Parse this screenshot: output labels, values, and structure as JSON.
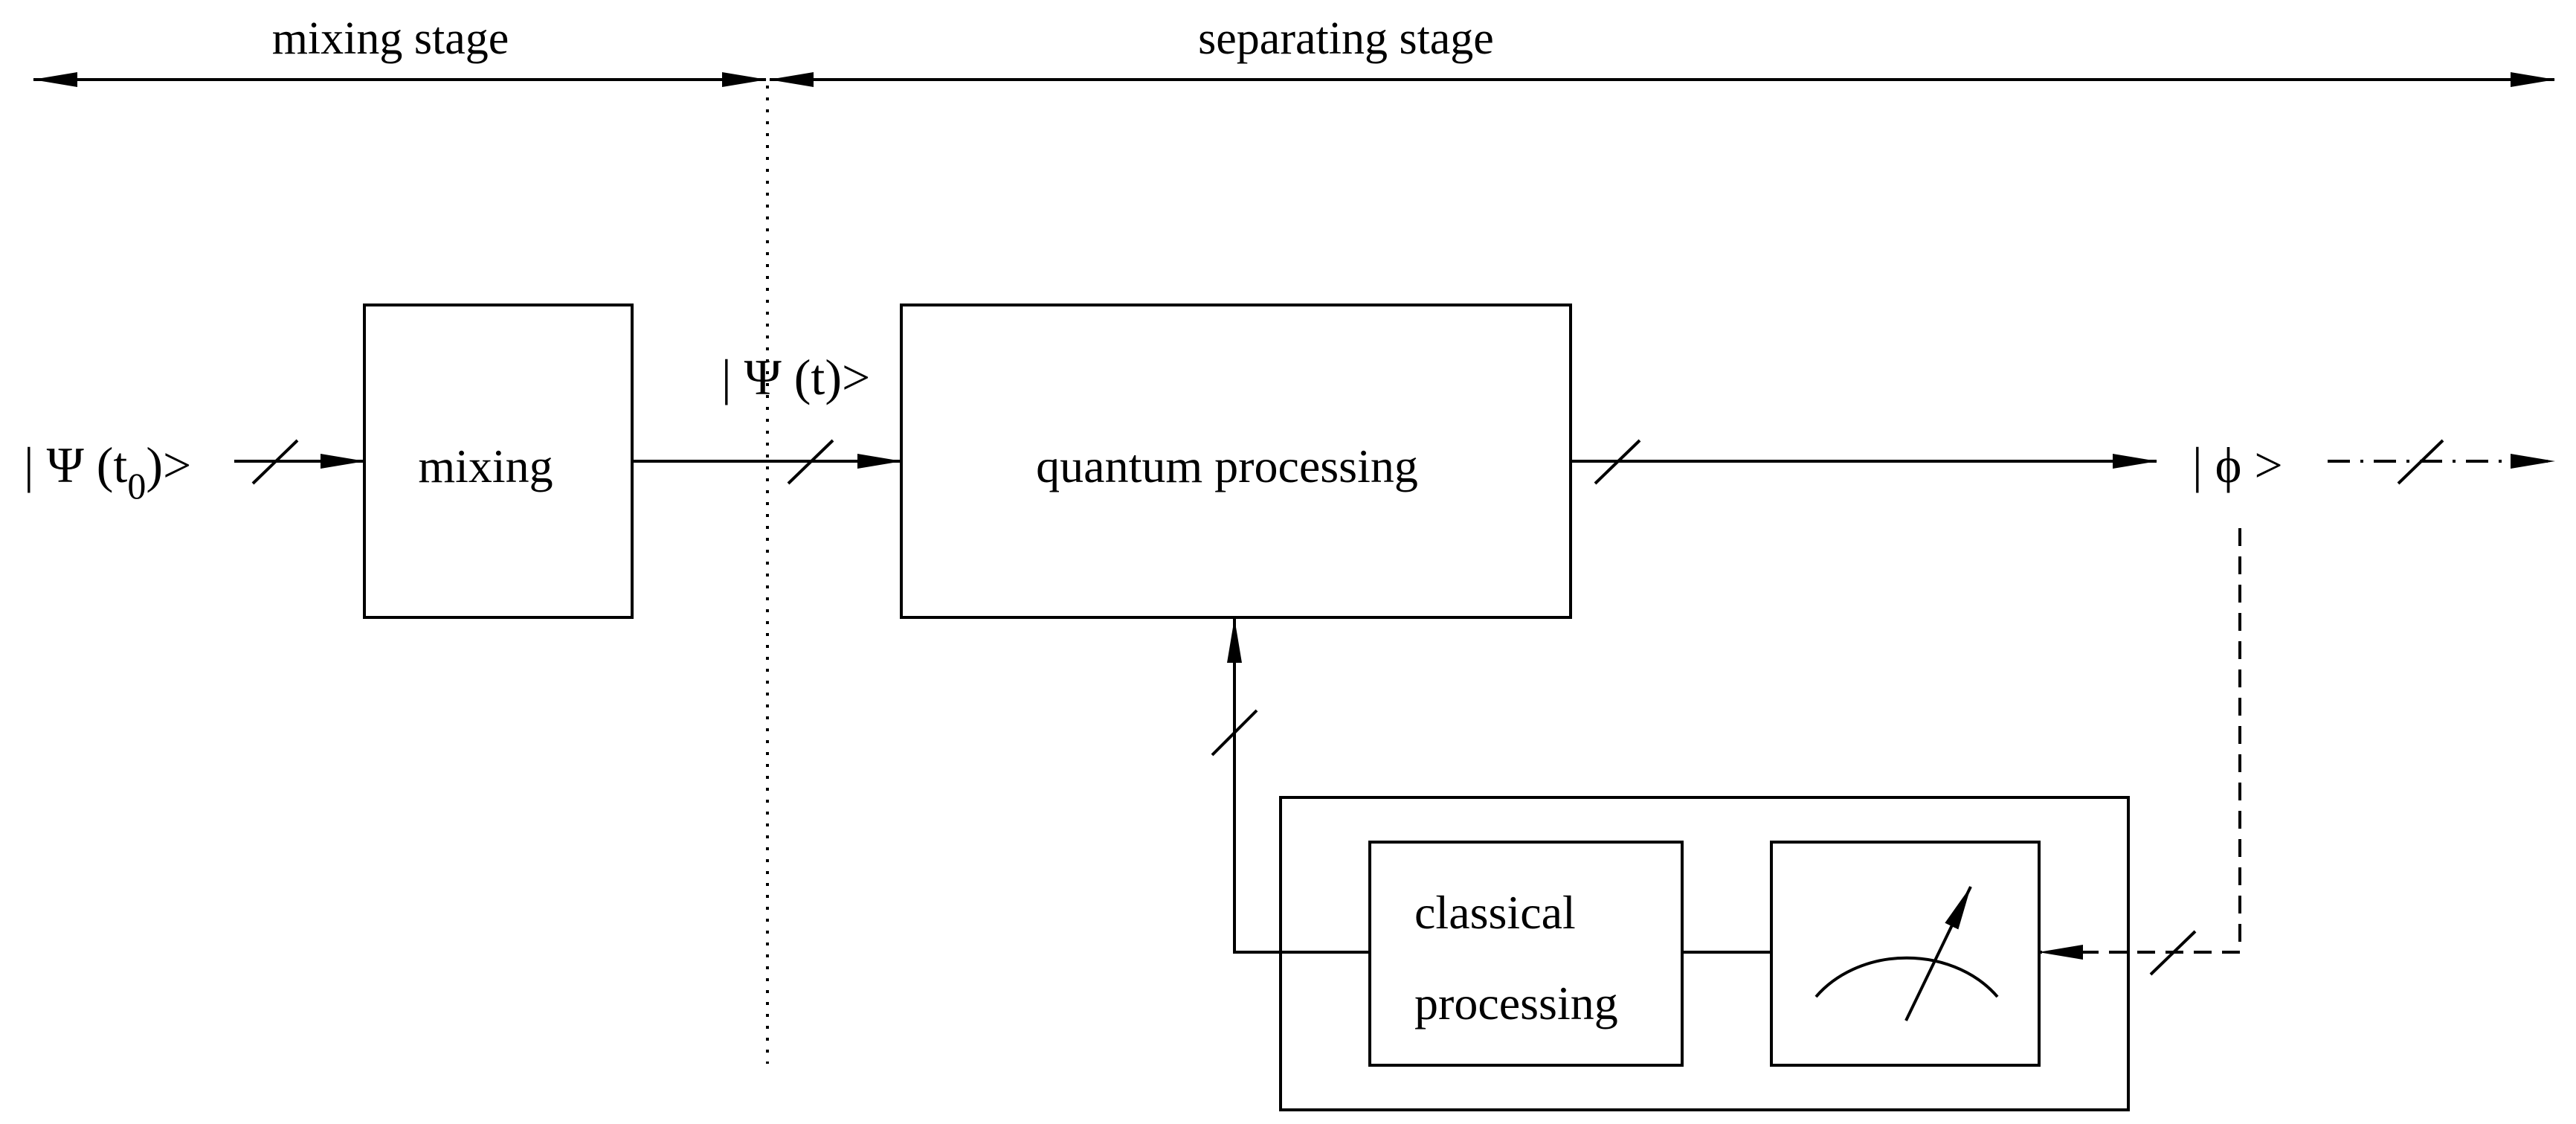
{
  "stages": {
    "mixing": "mixing stage",
    "separating": "separating stage"
  },
  "states": {
    "input_prefix": "| Ψ (t",
    "input_sub": "0",
    "input_suffix": ")>",
    "intermediate": "| Ψ (t)>",
    "output": "| ϕ >"
  },
  "blocks": {
    "mixing": "mixing",
    "quantum_processing": "quantum processing",
    "classical_line1": "classical",
    "classical_line2": "processing"
  },
  "colors": {
    "line": "#000000",
    "background": "#ffffff"
  }
}
